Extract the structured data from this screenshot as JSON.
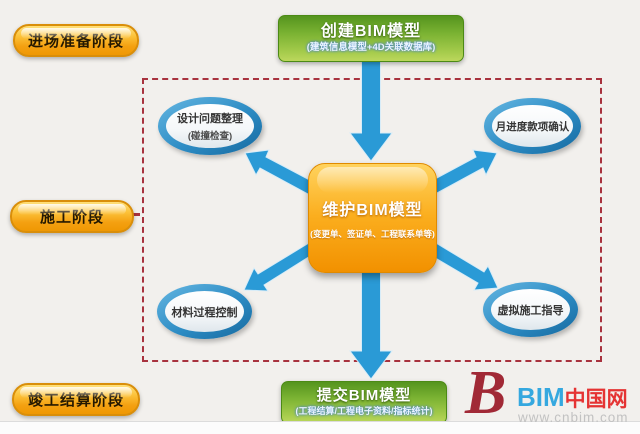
{
  "diagram": {
    "phase_labels": [
      {
        "label": "进场准备阶段"
      },
      {
        "label": "施工阶段"
      },
      {
        "label": "竣工结算阶段"
      }
    ],
    "create_box": {
      "title": "创建BIM模型",
      "subtitle": "(建筑信息模型+4D关联数据库)"
    },
    "maintain_box": {
      "title": "维护BIM模型",
      "subtitle": "(变更单、签证单、工程联系单等)"
    },
    "submit_box": {
      "title": "提交BIM模型",
      "subtitle": "(工程结算/工程电子资料/指标统计)"
    },
    "nodes": [
      {
        "title": "设计问题整理",
        "subtitle": "(碰撞检查)"
      },
      {
        "title": "月进度款项确认",
        "subtitle": ""
      },
      {
        "title": "材料过程控制",
        "subtitle": ""
      },
      {
        "title": "虚拟施工指导",
        "subtitle": ""
      }
    ],
    "colors": {
      "arrow_blue": "#2a9ad6",
      "node_ring_blue": "#1e79b4",
      "phase_pill_orange": "#f4a011",
      "process_box_green": "#7ab232",
      "maintain_box_orange": "#fbae1e",
      "dashed_border_red": "#a8323e"
    }
  },
  "watermark": {
    "logo_letter": "B",
    "brand_bim": "BIM",
    "brand_cn": "中国网",
    "url": "www.cnbim.com"
  }
}
